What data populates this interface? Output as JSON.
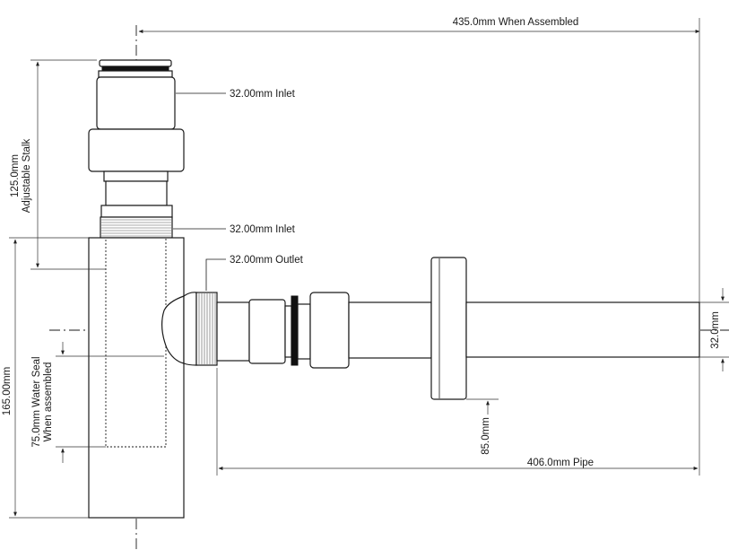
{
  "diagram": {
    "labels": {
      "overall_length": "435.0mm When Assembled",
      "inlet_top": "32.00mm Inlet",
      "inlet_lower": "32.00mm Inlet",
      "outlet": "32.00mm Outlet",
      "stalk_value": "125.0mm",
      "stalk_text": "Adjustable Stalk",
      "body_height": "165.00mm",
      "water_seal_value": "75.0mm Water Seal",
      "water_seal_text": "When assembled",
      "pipe_diameter": "32.0mm",
      "flange_offset": "85.0mm",
      "pipe_length": "406.0mm Pipe"
    }
  }
}
